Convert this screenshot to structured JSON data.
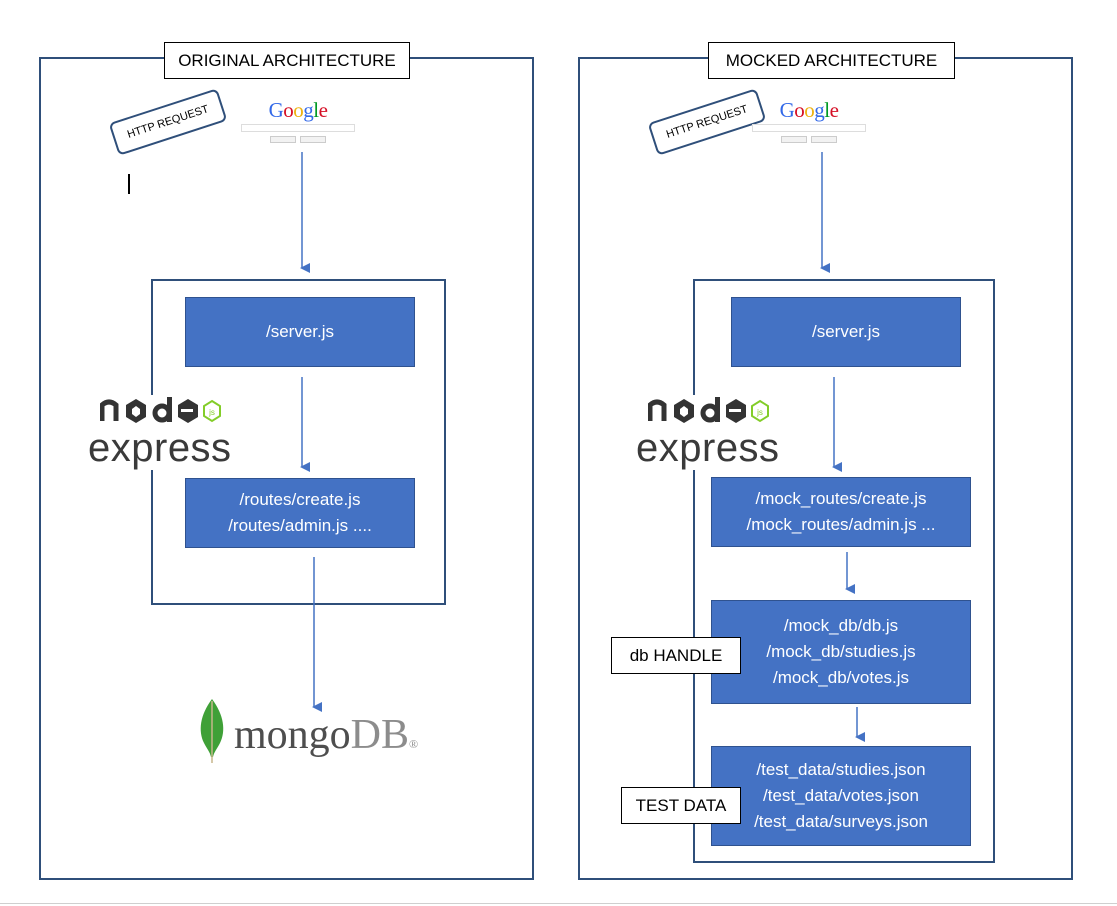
{
  "left": {
    "title": "ORIGINAL ARCHITECTURE",
    "http_label": "HTTP REQUEST",
    "server_file": "/server.js",
    "routes_files": [
      "/routes/create.js",
      "/routes/admin.js ...."
    ],
    "node_logo": "node",
    "express_logo": "express",
    "mongo_logo": {
      "mongo": "mongo",
      "db": "DB",
      "reg": "®"
    }
  },
  "right": {
    "title": "MOCKED ARCHITECTURE",
    "http_label": "HTTP REQUEST",
    "server_file": "/server.js",
    "routes_files": [
      "/mock_routes/create.js",
      "/mock_routes/admin.js ..."
    ],
    "db_files": [
      "/mock_db/db.js",
      "/mock_db/studies.js",
      "/mock_db/votes.js"
    ],
    "test_files": [
      "/test_data/studies.json",
      "/test_data/votes.json",
      "/test_data/surveys.json"
    ],
    "db_handle_label": "db HANDLE",
    "test_data_label": "TEST DATA",
    "node_logo": "node",
    "express_logo": "express"
  },
  "google_logo": "Google",
  "colors": {
    "box_fill": "#4472c4",
    "panel_border": "#2f4f7a",
    "arrow": "#4472c4",
    "node_green": "#83cd29",
    "mongo_leaf": "#3fa037"
  },
  "icons": [
    "google-logo",
    "node-js-logo",
    "express-logo",
    "mongodb-logo",
    "mongodb-leaf-icon",
    "text-cursor"
  ]
}
